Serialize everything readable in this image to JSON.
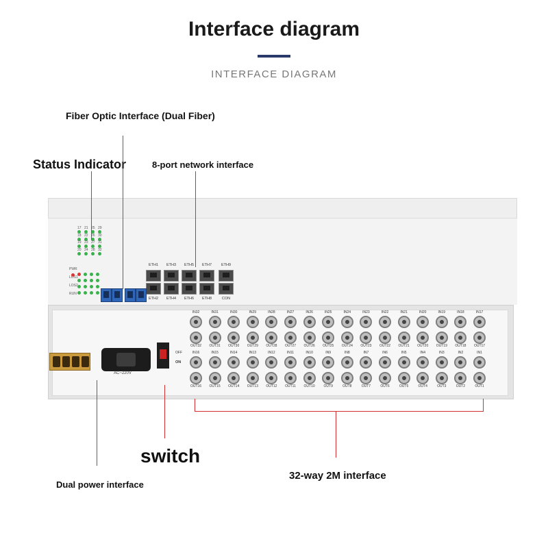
{
  "header": {
    "title": "Interface diagram",
    "subtitle": "INTERFACE DIAGRAM",
    "accent_color": "#2a3a6b"
  },
  "callouts": {
    "fiber": "Fiber Optic Interface (Dual Fiber)",
    "status": "Status Indicator",
    "eth": "8-port network interface",
    "switch": "switch",
    "power": "Dual power interface",
    "e1": "32-way 2M interface",
    "line_color": "#d23030"
  },
  "device": {
    "led_numbers_top": [
      "17",
      "21",
      "25",
      "29",
      "18",
      "22",
      "26",
      "30",
      "19",
      "23",
      "27",
      "31",
      "20",
      "24",
      "28",
      "32"
    ],
    "led_labels": [
      "PWR",
      "LOS1",
      "LOS2",
      "RUN"
    ],
    "eth_top_labels": [
      "ETH1",
      "ETH3",
      "ETH5",
      "ETH7",
      "ETH9"
    ],
    "eth_bottom_labels": [
      "ETH2",
      "ETH4",
      "ETH6",
      "ETH8",
      "CON"
    ],
    "ac_label": "AC~220V",
    "switch_off": "OFF",
    "switch_on": "ON",
    "bnc_in_top": [
      "IN32",
      "IN31",
      "IN30",
      "IN29",
      "IN28",
      "IN27",
      "IN26",
      "IN25",
      "IN24",
      "IN23",
      "IN22",
      "IN21",
      "IN20",
      "IN19",
      "IN18",
      "IN17"
    ],
    "bnc_out_top": [
      "OUT32",
      "OUT31",
      "OUT30",
      "OUT29",
      "OUT28",
      "OUT27",
      "OUT26",
      "OUT25",
      "OUT24",
      "OUT23",
      "OUT22",
      "OUT21",
      "OUT20",
      "OUT19",
      "OUT18",
      "OUT17"
    ],
    "bnc_in_bottom": [
      "IN16",
      "IN15",
      "IN14",
      "IN13",
      "IN12",
      "IN11",
      "IN10",
      "IN9",
      "IN8",
      "IN7",
      "IN6",
      "IN5",
      "IN4",
      "IN3",
      "IN2",
      "IN1"
    ],
    "bnc_out_bottom": [
      "OUT16",
      "OUT15",
      "OUT14",
      "OUT13",
      "OUT12",
      "OUT11",
      "OUT10",
      "OUT9",
      "OUT8",
      "OUT7",
      "OUT6",
      "OUT5",
      "OUT4",
      "OUT3",
      "OUT2",
      "OUT1"
    ]
  }
}
